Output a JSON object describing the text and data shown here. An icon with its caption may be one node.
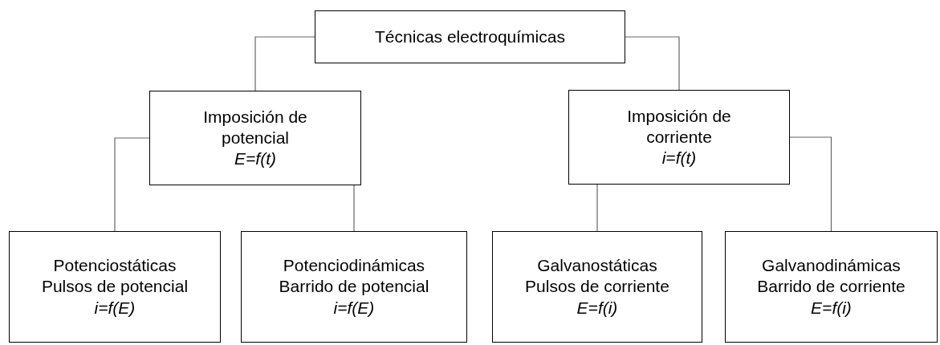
{
  "diagram": {
    "nodes": [
      {
        "text": [
          "Técnicas electroquímicas"
        ]
      },
      {
        "text": [
          "Imposición de potencial",
          "E=f(t)"
        ]
      },
      {
        "text": [
          "Imposición de corriente",
          "i=f(t)"
        ]
      },
      {
        "text": [
          "Potenciostáticas",
          "Pulsos de potencial",
          "i=f(E)"
        ]
      },
      {
        "text": [
          "Potenciodinámicas",
          "Barrido de potencial",
          "i=f(E)"
        ]
      },
      {
        "text": [
          "Galvanostáticas",
          "Pulsos de corriente",
          "E=f(i)"
        ]
      },
      {
        "text": [
          "Galvanodinámicas",
          "Barrido de corriente",
          "E=f(i)"
        ]
      }
    ],
    "edges": [
      {
        "from": 0,
        "to": 1,
        "arrow": "none"
      },
      {
        "from": 0,
        "to": 2,
        "arrow": "none"
      },
      {
        "from": 1,
        "to": 3,
        "arrow": "none"
      },
      {
        "from": 1,
        "to": 4,
        "arrow": "none"
      },
      {
        "from": 2,
        "to": 5,
        "arrow": "none"
      },
      {
        "from": 2,
        "to": 6,
        "arrow": "none"
      }
    ]
  }
}
